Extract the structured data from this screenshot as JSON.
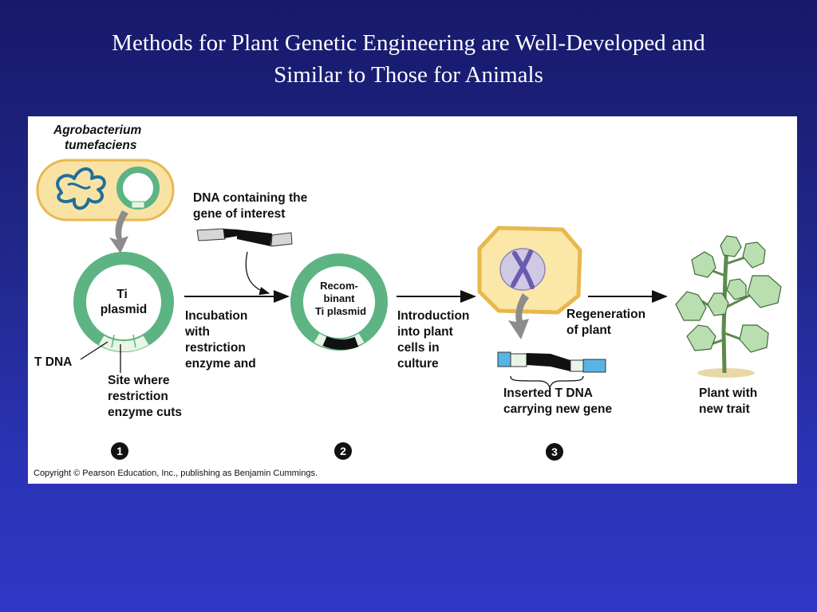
{
  "title": {
    "line1": "Methods for Plant Genetic Engineering are Well-Developed and",
    "line2": "Similar to Those for Animals"
  },
  "figure": {
    "bacterium_label": [
      "Agrobacterium",
      "tumefaciens"
    ],
    "dna_label": [
      "DNA containing the",
      "gene of interest"
    ],
    "ti_plasmid_label": [
      "Ti",
      "plasmid"
    ],
    "t_dna_label": "T DNA",
    "site_label": [
      "Site where",
      "restriction",
      "enzyme cuts"
    ],
    "incubation_label": [
      "Incubation",
      "with",
      "restriction",
      "enzyme and"
    ],
    "recombinant_label": [
      "Recom-",
      "binant",
      "Ti plasmid"
    ],
    "introduction_label": [
      "Introduction",
      "into plant",
      "cells in",
      "culture"
    ],
    "regeneration_label": [
      "Regeneration",
      "of plant"
    ],
    "inserted_label": [
      "Inserted T DNA",
      "carrying new gene"
    ],
    "plant_label": [
      "Plant with",
      "new trait"
    ],
    "steps": [
      "1",
      "2",
      "3"
    ],
    "copyright": "Copyright © Pearson Education, Inc., publishing as Benjamin Cummings."
  },
  "colors": {
    "plasmid_green": "#5db482",
    "bacterium_fill": "#f9e3a4",
    "bacterium_stroke": "#e8b84d",
    "plant_cell_fill": "#fbe7a8",
    "nucleus_fill": "#cfc9e3",
    "chromosome": "#6a5bb0",
    "blue_dna": "#58b4e6",
    "arrow_gray": "#8c8c8c",
    "leaf_green": "#b9deb0"
  }
}
